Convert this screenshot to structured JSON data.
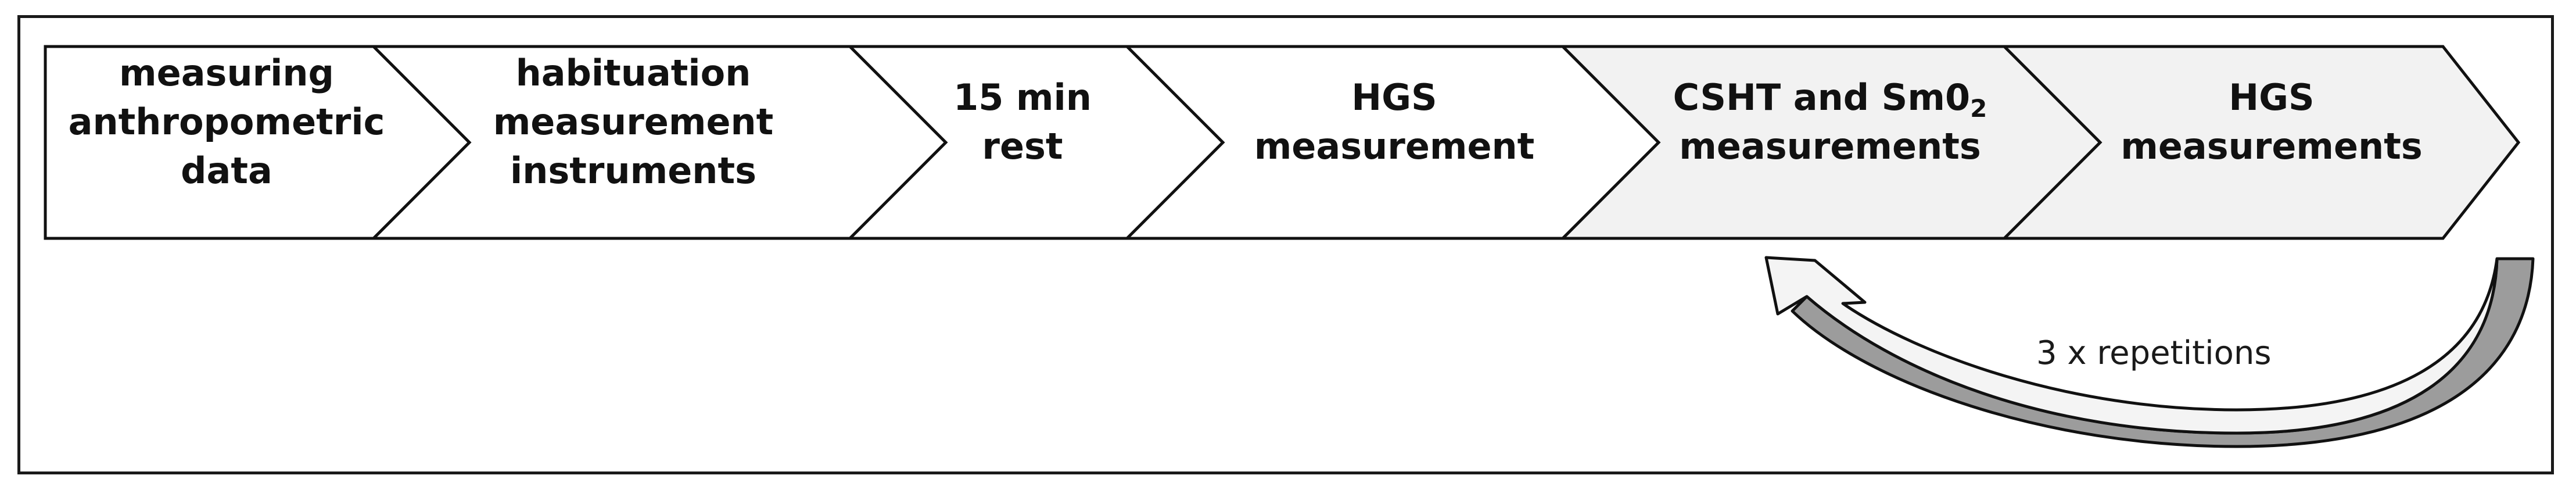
{
  "colors": {
    "stroke": "#111111",
    "step_fill_plain": "#ffffff",
    "step_fill_repeated": "#f2f2f2",
    "arrow_fill": "#f4f4f4",
    "arrow_shadow": "#9c9c9c"
  },
  "steps": [
    {
      "lines": [
        "measuring",
        "anthropometric",
        "data"
      ],
      "repeated": false
    },
    {
      "lines": [
        "habituation",
        "measurement",
        "instruments"
      ],
      "repeated": false
    },
    {
      "lines": [
        "15 min",
        "rest"
      ],
      "repeated": false
    },
    {
      "lines": [
        "HGS",
        "measurement"
      ],
      "repeated": false
    },
    {
      "lines": [
        "CSHT and Sm0",
        "measurements"
      ],
      "subscript": "2",
      "repeated": true
    },
    {
      "lines": [
        "HGS",
        "measurements"
      ],
      "repeated": true
    }
  ],
  "loop": {
    "label": "3 x repetitions",
    "icon": "curved-return-arrow-icon"
  }
}
